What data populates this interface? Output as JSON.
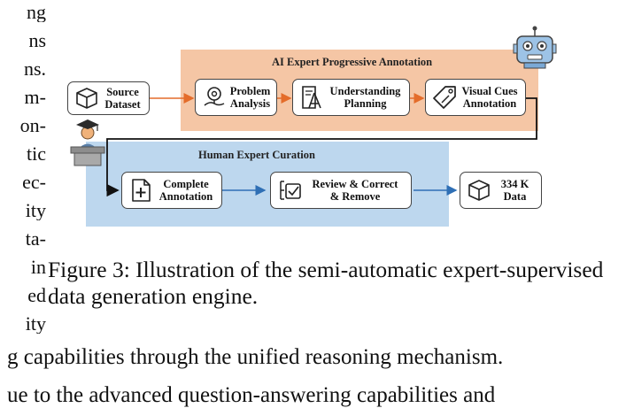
{
  "left_fragments": [
    "ng",
    "ns",
    "ns.",
    "m-",
    "on-",
    "tic",
    "ec-",
    "ity",
    "ta-",
    "in",
    "ed",
    "ity"
  ],
  "diagram": {
    "ai_region_title": "AI Expert Progressive Annotation",
    "human_region_title": "Human Expert Curation",
    "boxes": {
      "source": {
        "line1": "Source",
        "line2": "Dataset"
      },
      "problem": {
        "line1": "Problem",
        "line2": "Analysis"
      },
      "understanding": {
        "line1": "Understanding",
        "line2": "Planning"
      },
      "visual": {
        "line1": "Visual Cues",
        "line2": "Annotation"
      },
      "complete": {
        "line1": "Complete",
        "line2": "Annotation"
      },
      "review": {
        "line1": "Review & Correct",
        "line2": "& Remove"
      },
      "data": {
        "line1": "334 K",
        "line2": "Data"
      }
    },
    "colors": {
      "ai_region": "#f5c6a5",
      "human_region": "#bdd7ee",
      "orange_arrow": "#e46c2a",
      "blue_arrow": "#2f6fb5",
      "robot": "#9dc3e6"
    }
  },
  "caption": "Figure 3: Illustration of the semi-automatic expert-supervised data generation engine.",
  "body_line_1": "g capabilities through the unified reasoning mechanism.",
  "body_line_2": "ue to the advanced question-answering capabilities and"
}
